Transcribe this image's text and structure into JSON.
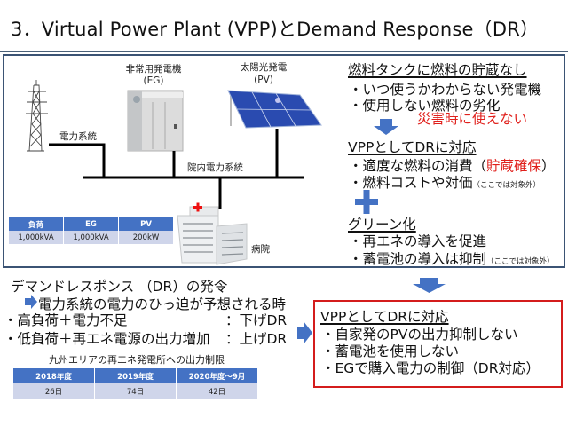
{
  "title": "3．Virtual Power Plant (VPP)とDemand Response（DR）",
  "colors": {
    "frame": "#3b5374",
    "accent_blue": "#4472c4",
    "alert_red": "#e0201c",
    "red_box": "#d41c1c"
  },
  "diagram": {
    "grid_label": "電力系統",
    "eg_label": "非常用発電機",
    "eg_abbr": "(EG)",
    "pv_label": "太陽光発電",
    "pv_abbr": "(PV)",
    "bus_label": "院内電力系統",
    "hospital_label": "病院",
    "icons": [
      "transmission-tower-icon",
      "generator-icon",
      "solar-panel-icon",
      "hospital-icon"
    ],
    "capacity_table": {
      "headers": [
        "負荷",
        "EG",
        "PV"
      ],
      "rows": [
        [
          "1,000kVA",
          "1,000kVA",
          "200kW"
        ]
      ]
    }
  },
  "issues": {
    "heading": "燃料タンクに燃料の貯蔵なし",
    "bullets": [
      "・いつ使うかわからない発電機",
      "・使用しない燃料の劣化"
    ],
    "consequence": "災害時に使えない"
  },
  "vpp_response": {
    "heading": "VPPとしてDRに対応",
    "bullet1_prefix": "・適度な燃料の消費（",
    "bullet1_highlight": "貯蔵確保",
    "bullet1_suffix": "）",
    "bullet2": "・燃料コストや対価",
    "bullet2_note": "（ここでは対象外）"
  },
  "green": {
    "heading": "グリーン化",
    "bullet1": "・再エネの導入を促進",
    "bullet2": "・蓄電池の導入は抑制",
    "bullet2_note": "（ここでは対象外）"
  },
  "dr": {
    "heading": "デマンドレスポンス （DR）の発令",
    "trigger": "電力系統の電力のひっ迫が予想される時",
    "cases": [
      {
        "condition": "・高負荷＋電力不足",
        "action": "：下げDR"
      },
      {
        "condition": "・低負荷＋再エネ電源の出力増加",
        "action": "：上げDR"
      }
    ]
  },
  "curtailment": {
    "title": "九州エリアの再エネ発電所への出力制限",
    "headers": [
      "2018年度",
      "2019年度",
      "2020年度～9月"
    ],
    "values": [
      "26日",
      "74日",
      "42日"
    ]
  },
  "conclusion": {
    "heading": "VPPとしてDRに対応",
    "bullets": [
      "・自家発のPVの出力抑制しない",
      "・蓄電池を使用しない",
      "・EGで購入電力の制御（DR対応）"
    ]
  }
}
